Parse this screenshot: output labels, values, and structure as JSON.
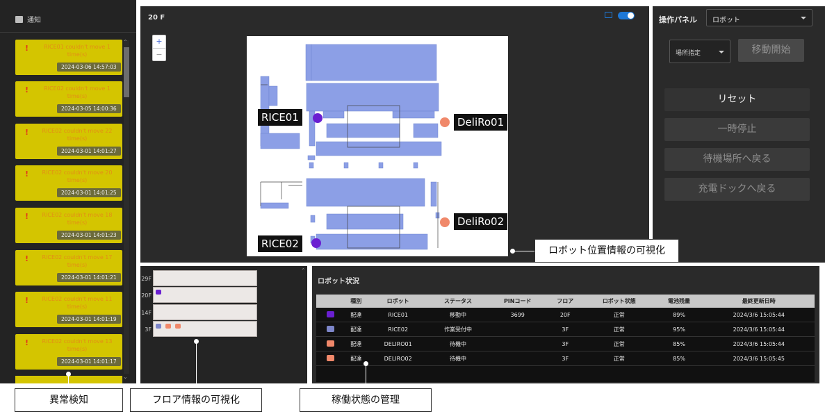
{
  "sidebar": {
    "header_icon": "chat-icon",
    "header_label": "通知",
    "notifications": [
      {
        "msg": "RICE01 couldn't move 1 time(s)",
        "time": "2024-03-06 14:57:03"
      },
      {
        "msg": "RICE02 couldn't move 1 time(s)",
        "time": "2024-03-05 14:00:36"
      },
      {
        "msg": "RICE02 couldn't move 22 time(s)",
        "time": "2024-03-01 14:01:27"
      },
      {
        "msg": "RICE02 couldn't move 20 time(s)",
        "time": "2024-03-01 14:01:25"
      },
      {
        "msg": "RICE02 couldn't move 18 time(s)",
        "time": "2024-03-01 14:01:23"
      },
      {
        "msg": "RICE02 couldn't move 17 time(s)",
        "time": "2024-03-01 14:01:21"
      },
      {
        "msg": "RICE02 couldn't move 11 time(s)",
        "time": "2024-03-01 14:01:19"
      },
      {
        "msg": "RICE02 couldn't move 13 time(s)",
        "time": "2024-03-01 14:01:17"
      }
    ]
  },
  "map": {
    "floor": "20 F",
    "zoom_in": "+",
    "zoom_out": "−",
    "robots": [
      {
        "name": "RICE01",
        "color": "#6a1fd1"
      },
      {
        "name": "DeliRo01",
        "color": "#f0886a"
      },
      {
        "name": "DeliRo02",
        "color": "#f0886a"
      },
      {
        "name": "RICE02",
        "color": "#6a1fd1"
      }
    ]
  },
  "control": {
    "title": "操作パネル",
    "robot_select": "ロボット",
    "place_select": "場所指定",
    "start": "移動開始",
    "reset": "リセット",
    "pause": "一時停止",
    "standby": "待機場所へ戻る",
    "charge": "充電ドックへ戻る"
  },
  "floors": {
    "labels": [
      "29F",
      "20F",
      "14F",
      "3F"
    ]
  },
  "status": {
    "title": "ロボット状況",
    "headers": [
      "種別",
      "ロボット",
      "ステータス",
      "PINコード",
      "フロア",
      "ロボット状態",
      "電池残量",
      "最終更新日時"
    ],
    "rows": [
      {
        "type": "配達",
        "robot": "RICE01",
        "status": "移動中",
        "pin": "3699",
        "floor": "20F",
        "state": "正常",
        "battery": "89%",
        "updated": "2024/3/6 15:05:44",
        "icon_color": "#6a1fd1"
      },
      {
        "type": "配達",
        "robot": "RICE02",
        "status": "作業受付中",
        "pin": "",
        "floor": "3F",
        "state": "正常",
        "battery": "95%",
        "updated": "2024/3/6 15:05:44",
        "icon_color": "#7d86c9"
      },
      {
        "type": "配達",
        "robot": "DELIRO01",
        "status": "待機中",
        "pin": "",
        "floor": "3F",
        "state": "正常",
        "battery": "85%",
        "updated": "2024/3/6 15:05:44",
        "icon_color": "#f0886a"
      },
      {
        "type": "配達",
        "robot": "DELIRO02",
        "status": "待機中",
        "pin": "",
        "floor": "3F",
        "state": "正常",
        "battery": "85%",
        "updated": "2024/3/6 15:05:45",
        "icon_color": "#f0886a"
      }
    ]
  },
  "callouts": {
    "robot_position": "ロボット位置情報の可視化",
    "anomaly": "異常検知",
    "floor_info": "フロア情報の可視化",
    "operation": "稼働状態の管理"
  },
  "colors": {
    "notification_bg": "#d4c500",
    "map_room": "#8c9fe6",
    "toggle": "#1e78d6"
  }
}
